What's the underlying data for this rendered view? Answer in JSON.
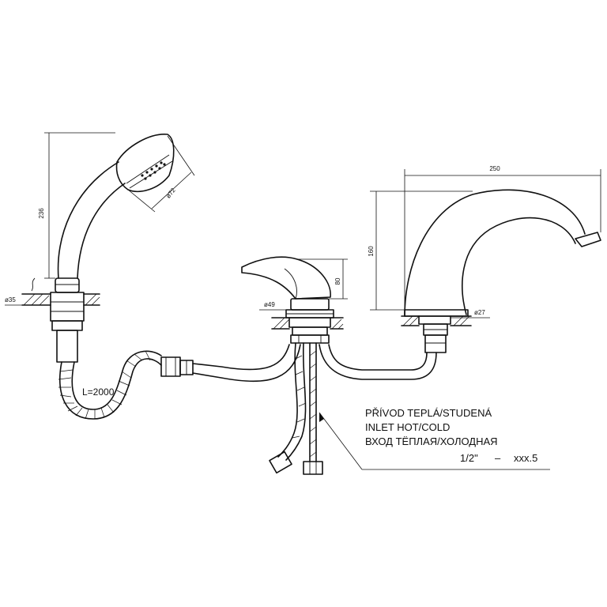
{
  "dimensions": {
    "hand_shower_height": "236",
    "hand_shower_head_diameter": "ø72",
    "shower_base_diameter": "ø35",
    "spout_length": "250",
    "spout_height": "160",
    "spout_base_diameter": "ø27",
    "mixer_height": "80",
    "mixer_base_diameter": "ø49"
  },
  "hose_label": "L=2000",
  "inlet_note": {
    "line_cz": "PŘÍVOD TEPLÁ/STUDENÁ",
    "line_en": "INLET HOT/COLD",
    "line_ru": "ВХОД ТЁПЛАЯ/ХОЛОДНАЯ",
    "thread_size": "1/2\"",
    "dash": "–",
    "code": "xxx.5"
  }
}
